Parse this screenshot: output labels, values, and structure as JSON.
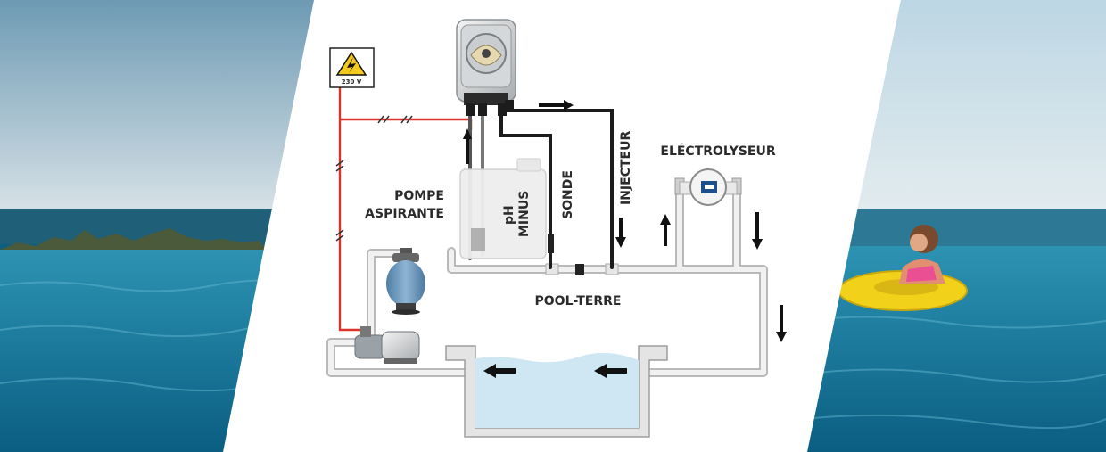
{
  "diagram": {
    "warning_sign": {
      "voltage": "230 V",
      "icon": "high-voltage-icon"
    },
    "labels": {
      "pompe_line1": "POMPE",
      "pompe_line2": "ASPIRANTE",
      "ph_line1": "pH",
      "ph_line2": "MINUS",
      "sonde": "SONDE",
      "injecteur": "INJECTEUR",
      "electrolyseur": "ELÉCTROLYSEUR",
      "pool_terre": "POOL-TERRE"
    },
    "colors": {
      "power_cable": "#d9342b",
      "pipe_fill": "#f1f1f1",
      "pipe_stroke": "#b9b9b9",
      "water": "#cfe7f3",
      "filter_tank": "#6f9cc0",
      "arrow": "#111111"
    },
    "components": [
      "peristaltic-pump",
      "ph-minus-canister",
      "sand-filter",
      "circulation-pump",
      "electrolyser-cell",
      "pool-basin"
    ]
  }
}
